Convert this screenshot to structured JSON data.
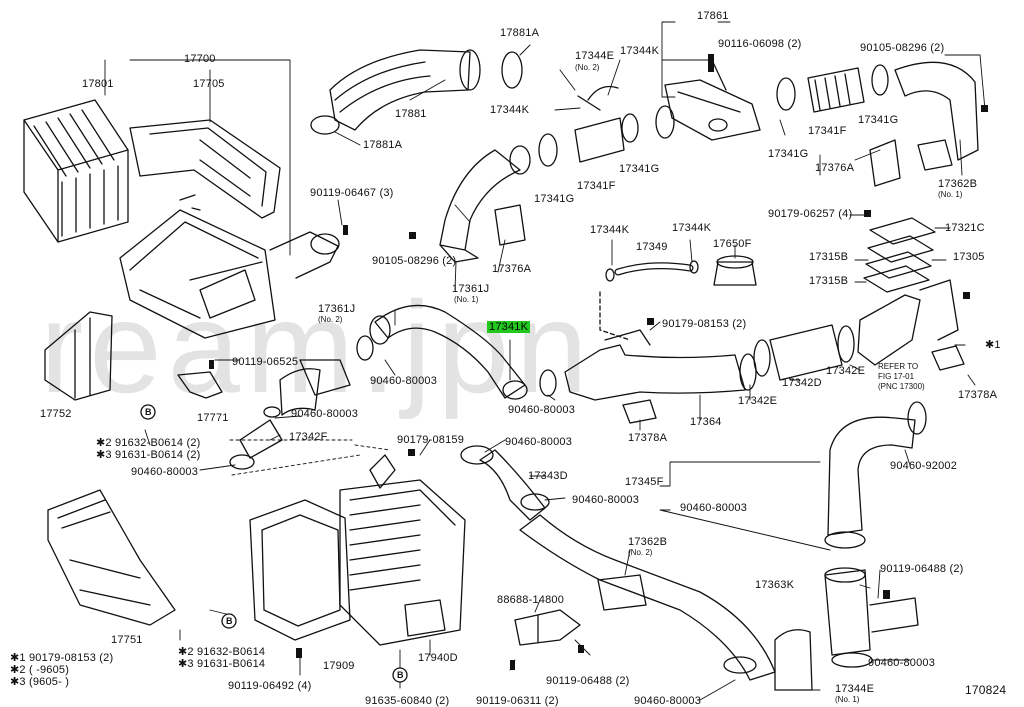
{
  "watermark": "ream.jpn",
  "diagram_id": "170824",
  "highlight_part": "17341K",
  "labels": {
    "p17700": "17700",
    "p17801": "17801",
    "p17705": "17705",
    "p17881a_top": "17881A",
    "p17881": "17881",
    "p17881a": "17881A",
    "p17861": "17861",
    "p17344e_top": "17344E",
    "p17344e_top_sub": "(No. 2)",
    "p17344k_top": "17344K",
    "p90116": "90116-06098 (2)",
    "p90105_top": "90105-08296 (2)",
    "p17344k_mid": "17344K",
    "p17341g_a": "17341G",
    "p17341f_a": "17341F",
    "p17341g_b": "17341G",
    "p17341f_b": "17341F",
    "p17341g_c": "17341G",
    "p17341g_d": "17341G",
    "p17376a_r": "17376A",
    "p17362b": "17362B",
    "p17362b_sub": "(No. 1)",
    "p90119_06467": "90119-06467 (3)",
    "p90105_mid": "90105-08296 (2)",
    "p17376a": "17376A",
    "p17361j_a": "17361J",
    "p17361j_a_sub": "(No. 1)",
    "p90179_06257": "90179-06257 (4)",
    "p17321c": "17321C",
    "p17344k_a": "17344K",
    "p17344k_b": "17344K",
    "p17349": "17349",
    "p17650f": "17650F",
    "p17315b_a": "17315B",
    "p17305": "17305",
    "p17315b_b": "17315B",
    "p17361j_b": "17361J",
    "p17361j_b_sub": "(No. 2)",
    "p17341k": "17341K",
    "p90179_08153": "90179-08153 (2)",
    "p_star1": "✱1",
    "p17342e_r": "17342E",
    "p_refer1": "REFER TO",
    "p_refer2": "FIG 17-01",
    "p_refer3": "(PNC 17300)",
    "p17378a_r": "17378A",
    "p90119_06525": "90119-06525",
    "p90460_a": "90460-80003",
    "p90460_b": "90460-80003",
    "p17342d": "17342D",
    "p17342e": "17342E",
    "p17752": "17752",
    "p17771": "17771",
    "p90460_c": "90460-80003",
    "p17364": "17364",
    "p17378a": "17378A",
    "p17342f": "17342F",
    "p91632_a": "✱2 91632-B0614 (2)",
    "p91631_a": "✱3 91631-B0614 (2)",
    "p90179_08159": "90179-08159",
    "p90460_d": "90460-80003",
    "p90460_e": "90460-80003",
    "p17343d": "17343D",
    "p17345f": "17345F",
    "p90460_92002": "90460-92002",
    "p90460_f": "90460-80003",
    "p90460_g": "90460-80003",
    "p17362b_2": "17362B",
    "p17362b_2_sub": "(No. 2)",
    "p17363k": "17363K",
    "p88688": "88688-14800",
    "p90119_06488_r": "90119-06488 (2)",
    "p17751": "17751",
    "p91632_b": "✱2 91632-B0614",
    "p91631_b": "✱3 91631-B0614",
    "p17909": "17909",
    "p17940d": "17940D",
    "p90460_h": "90460-80003",
    "p90119_06488": "90119-06488 (2)",
    "p90119_06492": "90119-06492 (4)",
    "p91635": "91635-60840 (2)",
    "p90119_06311": "90119-06311 (2)",
    "p90460_i": "90460-80003",
    "p17344e_b": "17344E",
    "p17344e_b_sub": "(No. 1)",
    "note1": "✱1 90179-08153 (2)",
    "note2": "✱2 (        -9605)",
    "note3": "✱3 (9605-        )",
    "b_mark": "B"
  }
}
